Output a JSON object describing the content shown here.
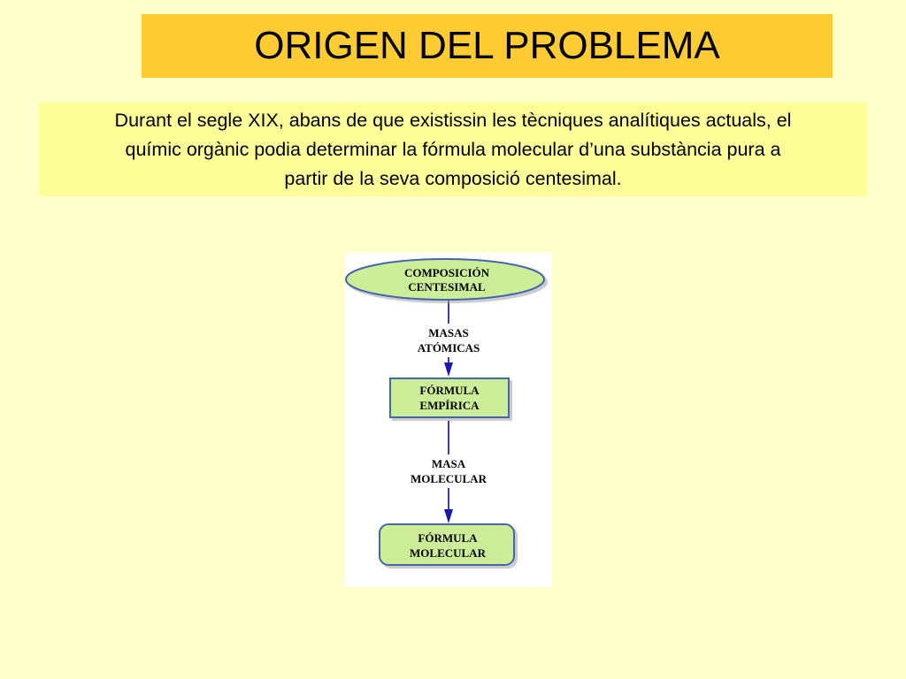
{
  "slide": {
    "title": "ORIGEN DEL PROBLEMA",
    "intro_line1": "Durant el segle XIX, abans de que existissin les tècniques analítiques actuals, el",
    "intro_line2": "químic orgànic podia determinar la fórmula molecular d’una substància pura a",
    "intro_line3": "partir de la seva composició centesimal."
  },
  "flowchart": {
    "nodes": [
      {
        "id": "composicion",
        "line1": "COMPOSICIÓN",
        "line2": "CENTESIMAL",
        "shape": "ellipse"
      },
      {
        "id": "formula-empirica",
        "line1": "FÓRMULA",
        "line2": "EMPÍRICA",
        "shape": "rectangle"
      },
      {
        "id": "formula-molecular",
        "line1": "FÓRMULA",
        "line2": "MOLECULAR",
        "shape": "rounded-rectangle"
      }
    ],
    "edges": [
      {
        "from": "composicion",
        "to": "formula-empirica",
        "line1": "MASAS",
        "line2": "ATÓMICAS"
      },
      {
        "from": "formula-empirica",
        "to": "formula-molecular",
        "line1": "MASA",
        "line2": "MOLECULAR"
      }
    ],
    "colors": {
      "node_fill": "#ccee99",
      "node_border": "#4466aa",
      "edge_line": "#000066",
      "arrow_head": "#1a1aaa"
    }
  }
}
